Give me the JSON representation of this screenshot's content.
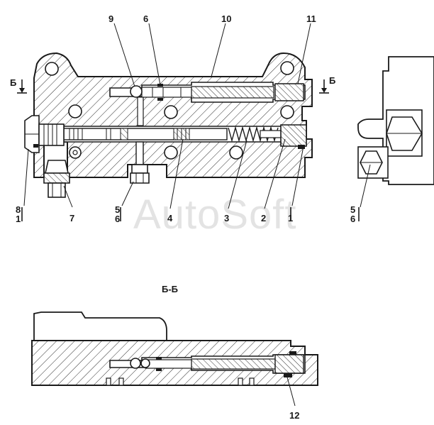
{
  "watermark": "AutoSoft",
  "section_title": "Б-Б",
  "section_marker": "Б",
  "callouts": {
    "c9": "9",
    "c6": "6",
    "c10": "10",
    "c11": "11",
    "c8": "8",
    "c1a": "1",
    "c7": "7",
    "c5a": "5",
    "c6a": "6",
    "c4": "4",
    "c3": "3",
    "c2": "2",
    "c1b": "1",
    "c5b": "5",
    "c6b": "6",
    "c12": "12"
  }
}
